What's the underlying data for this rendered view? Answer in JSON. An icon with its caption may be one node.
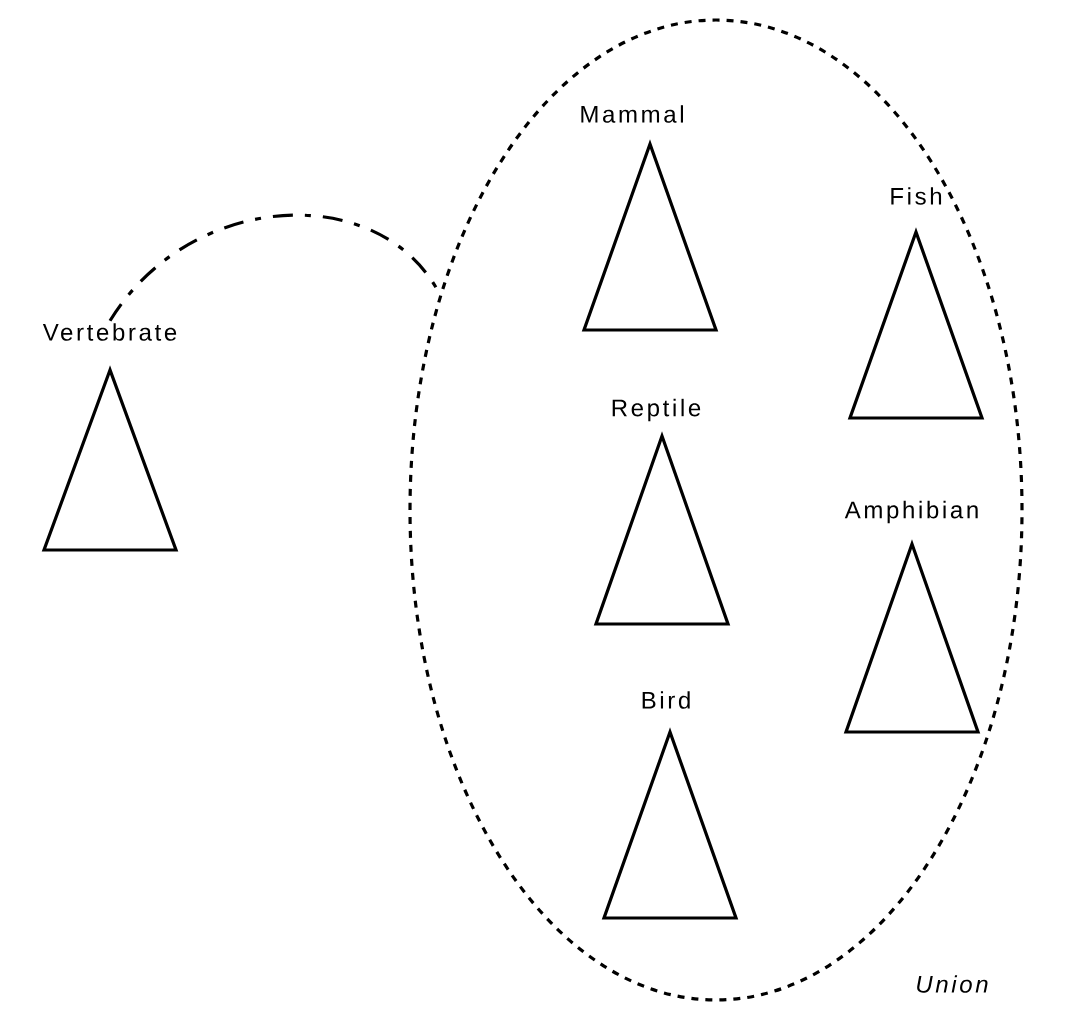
{
  "diagram": {
    "nodes": [
      {
        "text": [
          "Vertebrate"
        ]
      },
      {
        "text": [
          "Union"
        ]
      },
      {
        "text": [
          "Mammal"
        ],
        "in": 1
      },
      {
        "text": [
          "Fish"
        ],
        "in": 1
      },
      {
        "text": [
          "Reptile"
        ],
        "in": 1
      },
      {
        "text": [
          "Amphibian"
        ],
        "in": 1
      },
      {
        "text": [
          "Bird"
        ],
        "in": 1
      }
    ],
    "edges": [
      {
        "from": 0,
        "to": 1,
        "arrow": "none",
        "style": "dashed"
      }
    ]
  }
}
